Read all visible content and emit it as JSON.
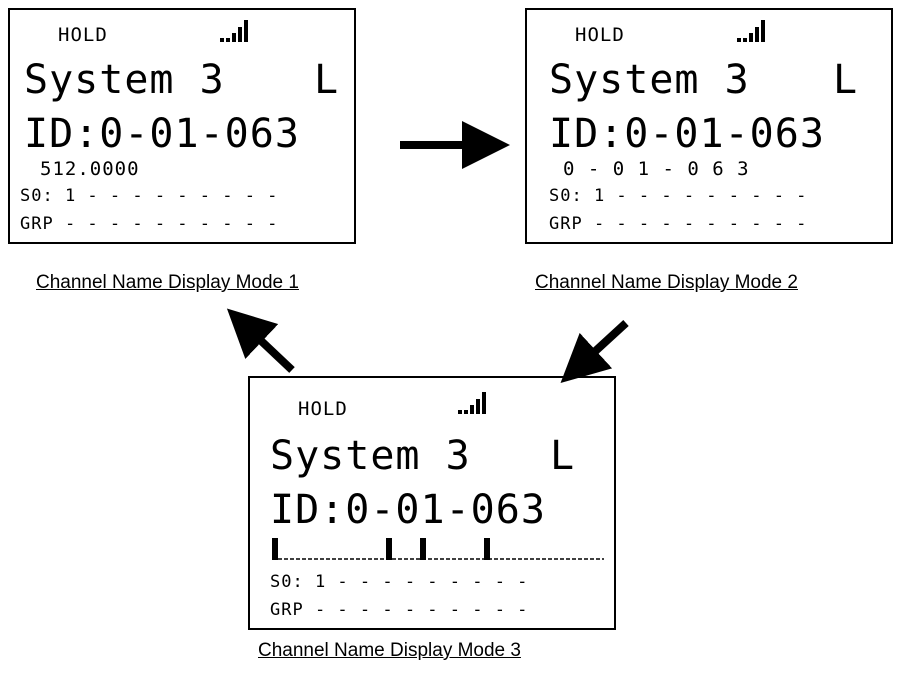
{
  "screens": [
    {
      "hold": "HOLD",
      "system_line": "System 3",
      "mode_letter": "L",
      "id_line": "ID:0-01-063",
      "detail_line": "512.0000",
      "s0_line": "S0: 1 - - - - - - - - -",
      "grp_line": "GRP - - - - - - - - - -",
      "caption": "Channel Name Display Mode 1"
    },
    {
      "hold": "HOLD",
      "system_line": "System 3",
      "mode_letter": "L",
      "id_line": "ID:0-01-063",
      "detail_line": "0 - 0 1 - 0 6 3",
      "s0_line": "S0: 1 - - - - - - - - -",
      "grp_line": "GRP - - - - - - - - - -",
      "caption": "Channel Name Display Mode 2"
    },
    {
      "hold": "HOLD",
      "system_line": "System 3",
      "mode_letter": "L",
      "id_line": "ID:0-01-063",
      "s0_line": "S0: 1 - - - - - - - - -",
      "grp_line": "GRP - - - - - - - - - -",
      "caption": "Channel Name Display Mode 3"
    }
  ],
  "colors": {
    "lcd_border": "#000000",
    "arrow": "#000000",
    "text": "#000000"
  },
  "icons": {
    "signal": "signal-bars-icon",
    "arrow": "arrow-icon"
  }
}
